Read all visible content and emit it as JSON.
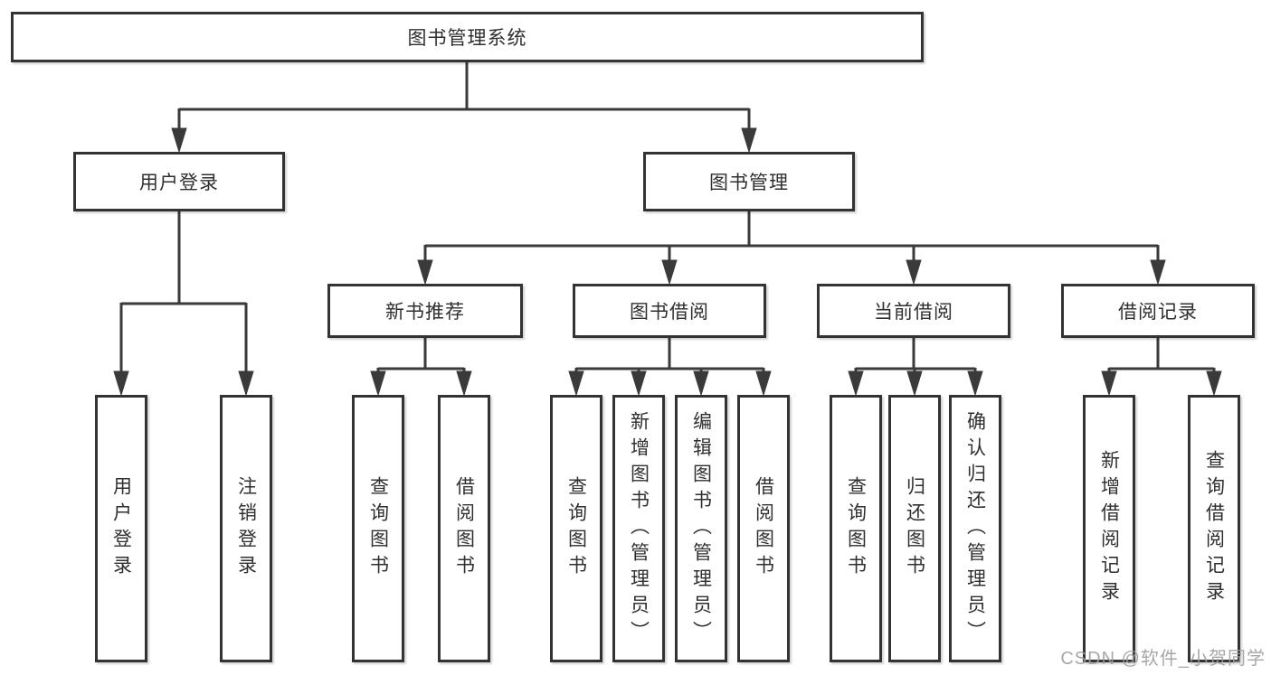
{
  "diagram": {
    "root": {
      "label": "图书管理系统"
    },
    "branches": [
      {
        "label": "用户登录",
        "children": [
          {
            "label": "用户登录"
          },
          {
            "label": "注销登录"
          }
        ]
      },
      {
        "label": "图书管理",
        "groups": [
          {
            "label": "新书推荐",
            "children": [
              {
                "label": "查询图书"
              },
              {
                "label": "借阅图书"
              }
            ]
          },
          {
            "label": "图书借阅",
            "children": [
              {
                "label": "查询图书"
              },
              {
                "label": "新增图书（管理员）"
              },
              {
                "label": "编辑图书（管理员）"
              },
              {
                "label": "借阅图书"
              }
            ]
          },
          {
            "label": "当前借阅",
            "children": [
              {
                "label": "查询图书"
              },
              {
                "label": "归还图书"
              },
              {
                "label": "确认归还（管理员）"
              }
            ]
          },
          {
            "label": "借阅记录",
            "children": [
              {
                "label": "新增借阅记录"
              },
              {
                "label": "查询借阅记录"
              }
            ]
          }
        ]
      }
    ]
  },
  "watermark": {
    "text": "CSDN @软件_小贺同学"
  },
  "colors": {
    "line": "#3a3a3a",
    "border": "#333333",
    "text": "#2f2f2f",
    "watermark": "#9e9e9e",
    "background": "#ffffff"
  }
}
